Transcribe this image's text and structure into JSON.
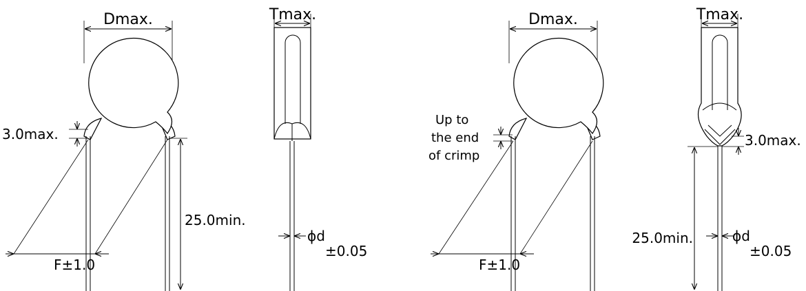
{
  "labels": {
    "left_front": {
      "dmax": "Dmax.",
      "max30": "3.0max.",
      "min25": "25.0min.",
      "f": "F±1.0"
    },
    "left_side": {
      "tmax": "Tmax.",
      "phi": "ϕd",
      "tol": "±0.05"
    },
    "right_front": {
      "dmax": "Dmax.",
      "up1": "Up to",
      "up2": "the end",
      "up3": "of crimp",
      "min25": "25.0min.",
      "f": "F±1.0"
    },
    "right_side": {
      "tmax": "Tmax.",
      "max30": "3.0max.",
      "phi": "ϕd",
      "tol": "±0.05"
    }
  }
}
